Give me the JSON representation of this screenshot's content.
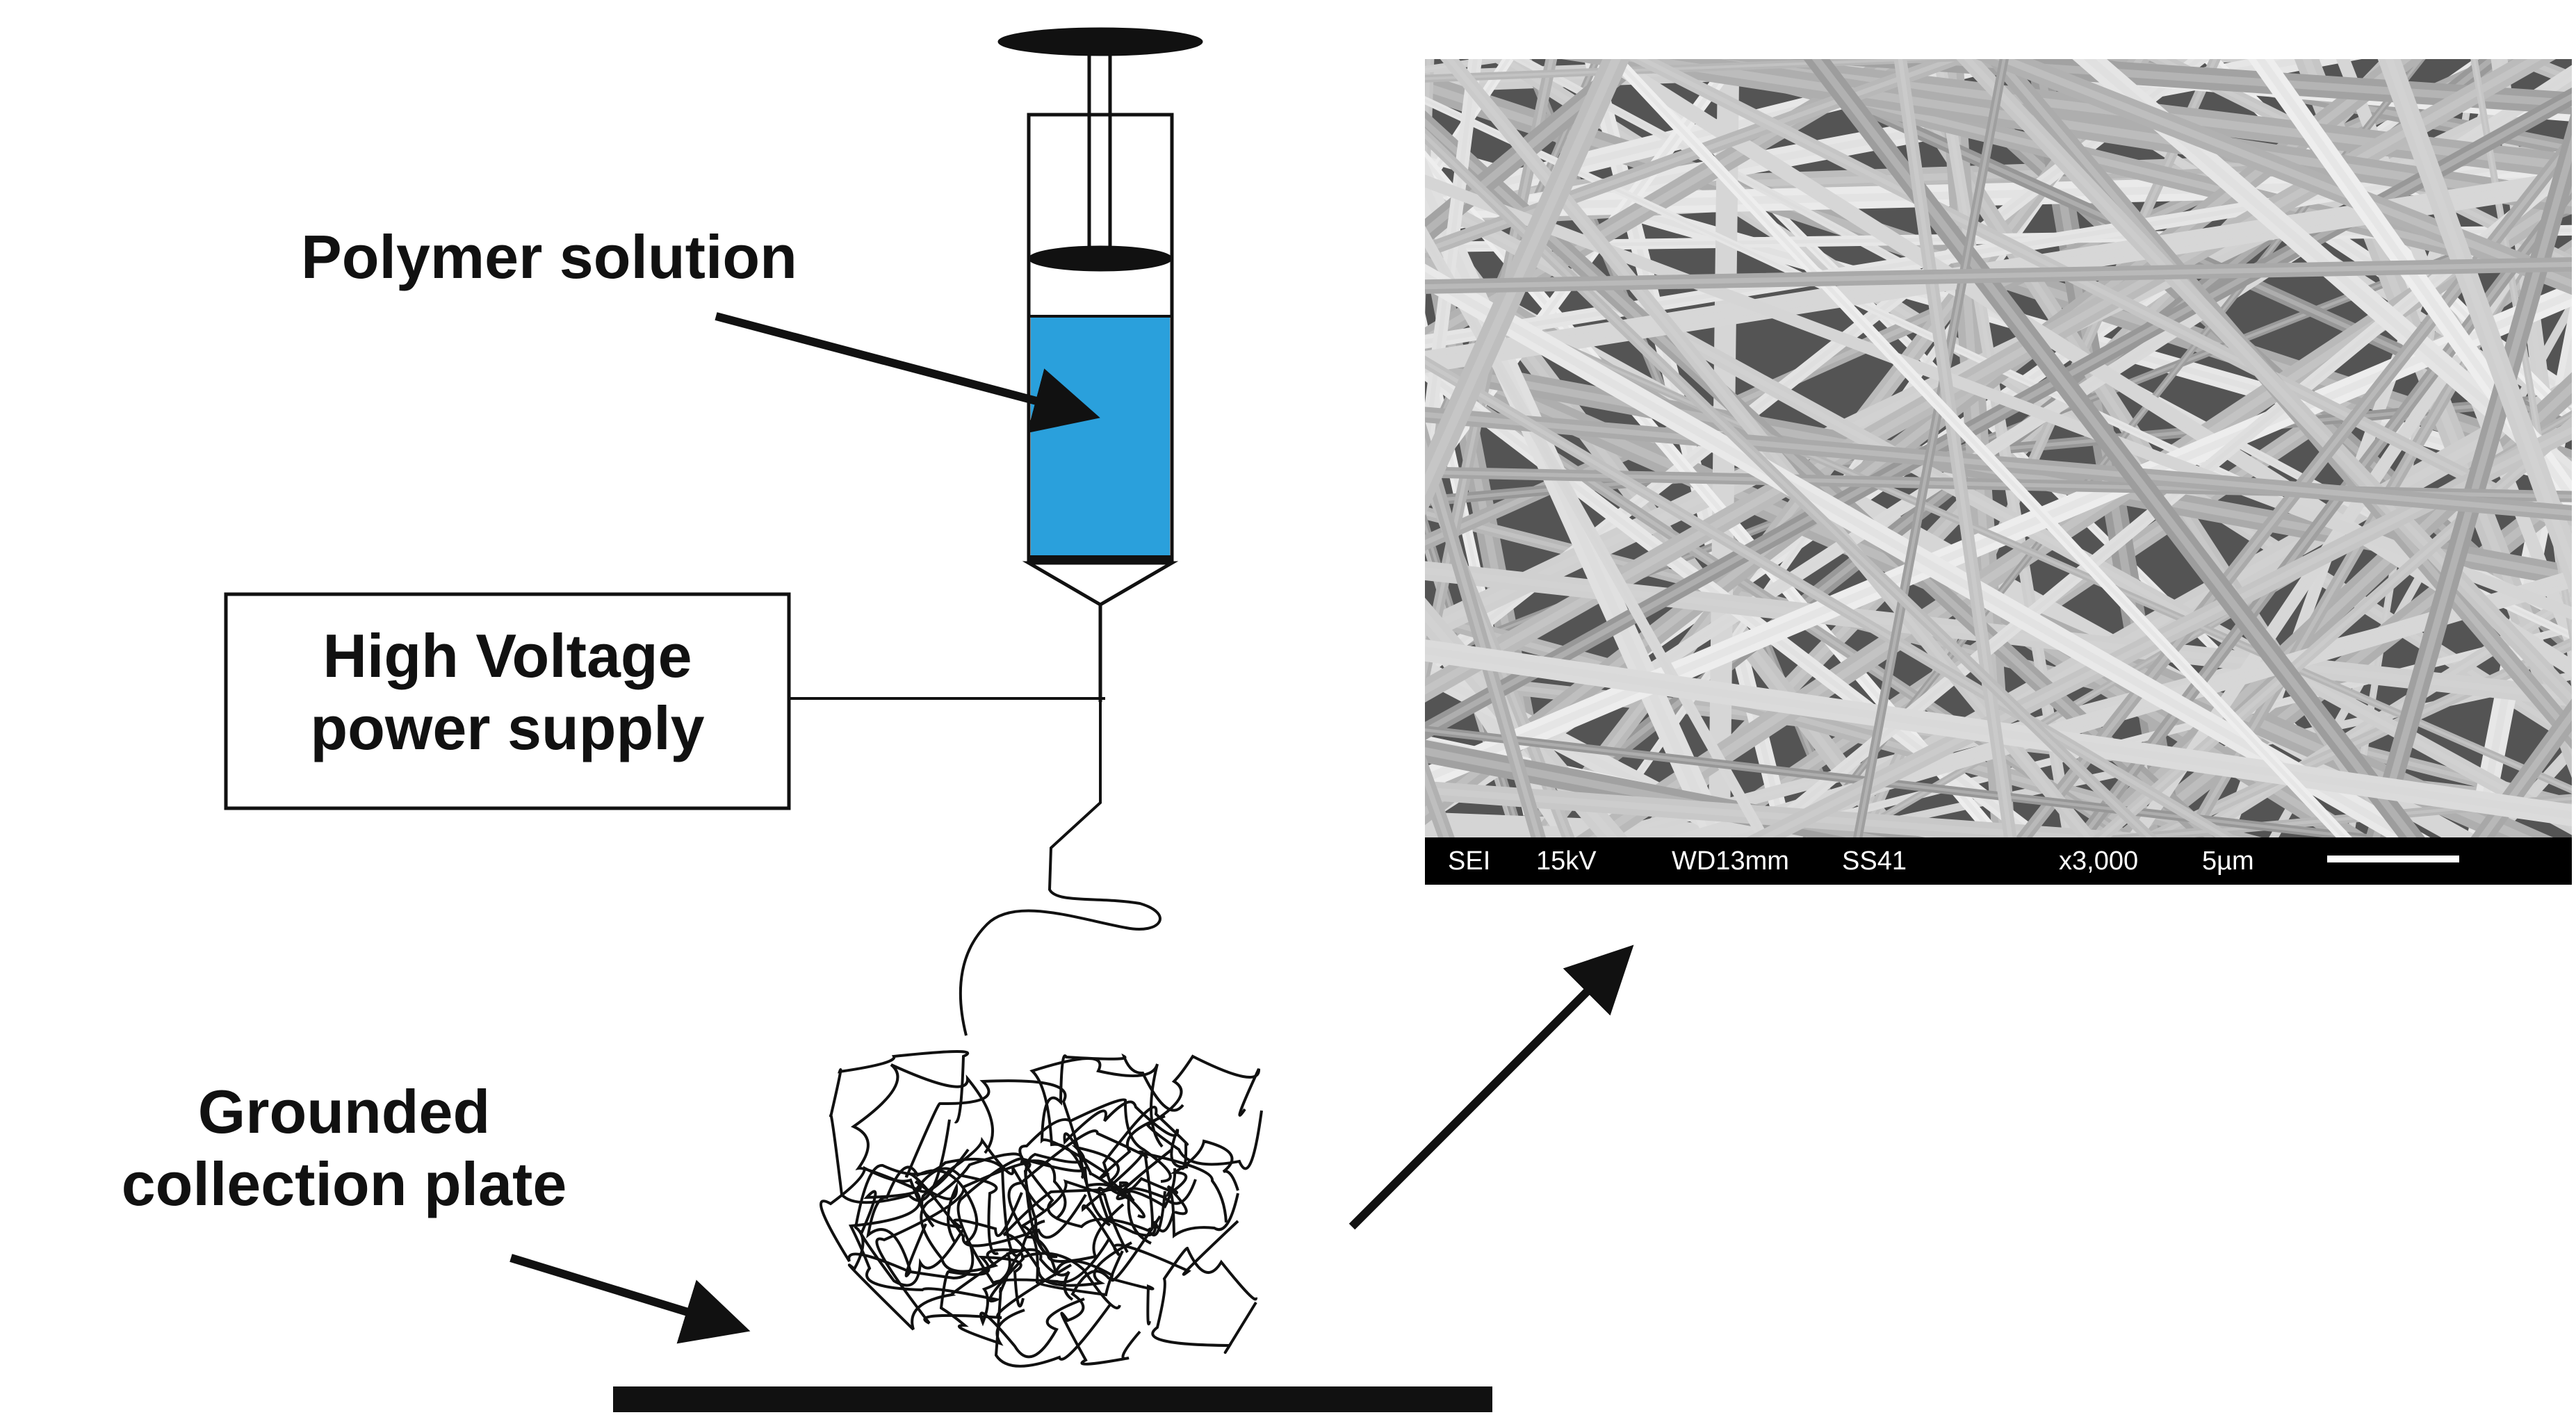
{
  "diagram": {
    "labels": {
      "polymer_solution": "Polymer solution",
      "power_supply_line1": "High Voltage",
      "power_supply_line2": "power supply",
      "collector_line1": "Grounded",
      "collector_line2": "collection plate"
    },
    "sem_info": {
      "mode": "SEI",
      "voltage": "15kV",
      "working_distance": "WD13mm",
      "spot_size": "SS41",
      "magnification": "x3,000",
      "scale": "5µm"
    },
    "colors": {
      "solution": "#2aa0dc",
      "ink": "#111111",
      "sem_background": "#545454",
      "sem_fiber": "#d8d8d8",
      "info_bar": "#000000"
    }
  }
}
